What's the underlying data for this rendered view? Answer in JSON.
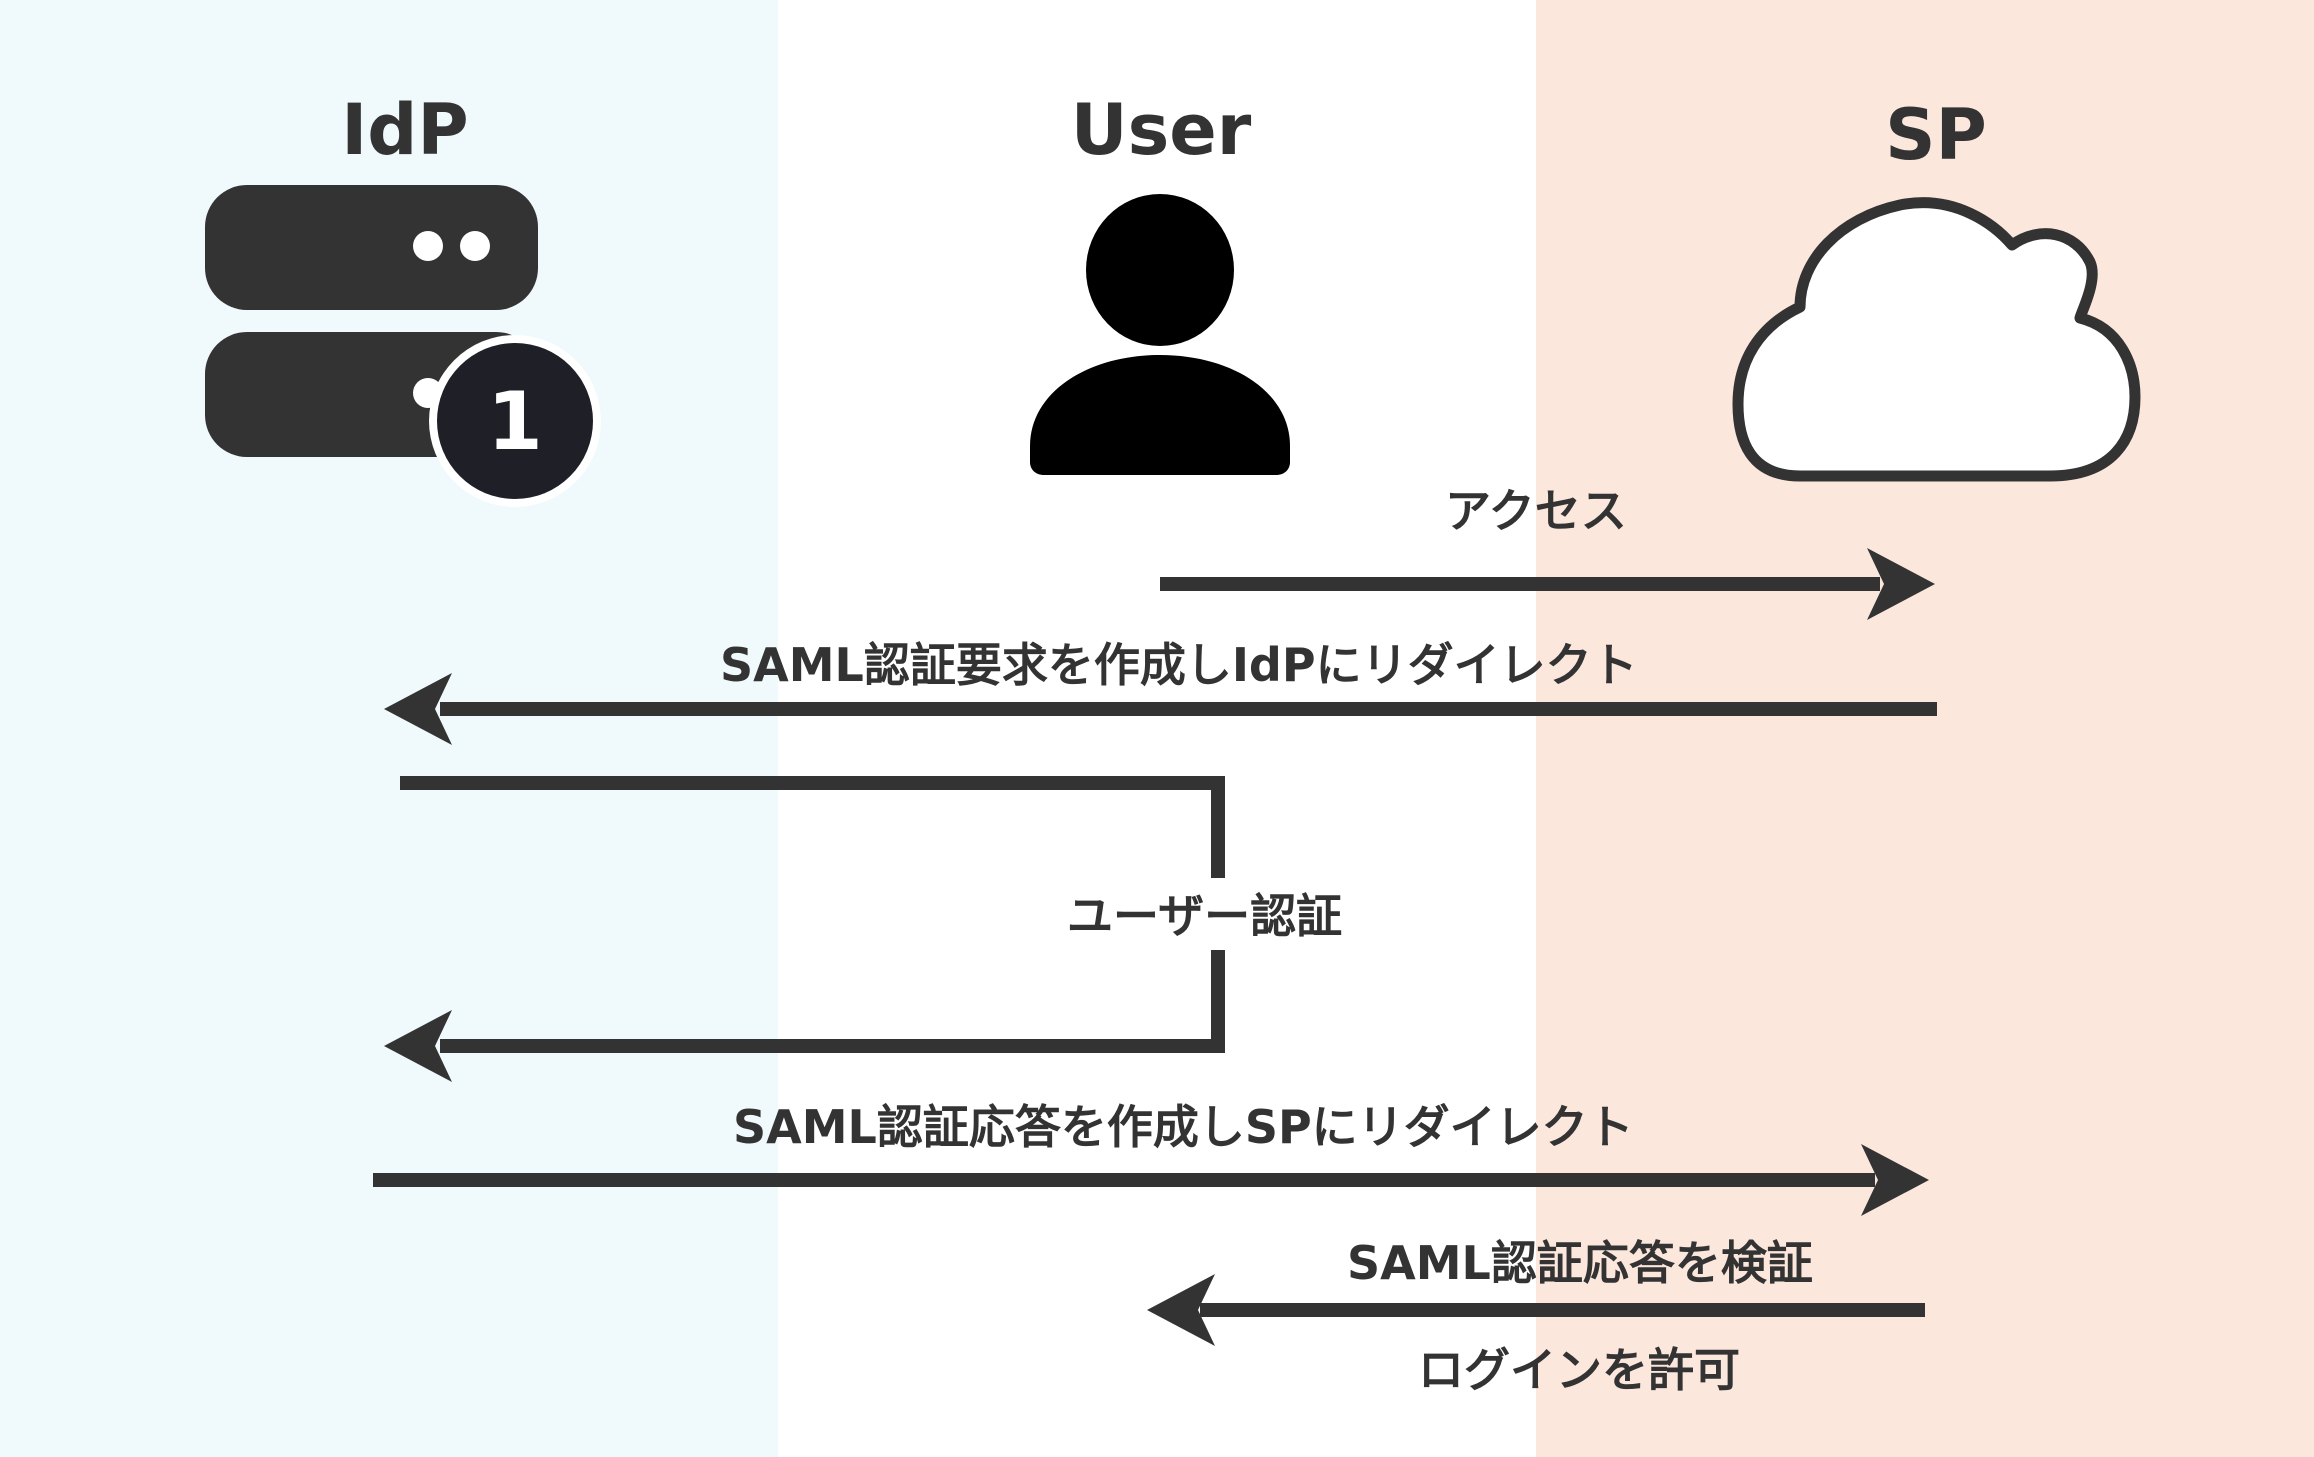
{
  "actors": {
    "idp": {
      "title": "IdP",
      "icon": "server-icon",
      "badge": "1"
    },
    "user": {
      "title": "User",
      "icon": "user-icon"
    },
    "sp": {
      "title": "SP",
      "icon": "cloud-icon"
    }
  },
  "messages": {
    "access": "アクセス",
    "saml_request": "SAML認証要求を作成しIdPにリダイレクト",
    "user_auth": "ユーザー認証",
    "saml_response": "SAML認証応答を作成しSPにリダイレクト",
    "verify_response": "SAML認証応答を検証",
    "allow_login": "ログインを許可"
  },
  "colors": {
    "idp_lane": "#f0f9fb",
    "user_lane": "#ffffff",
    "sp_lane": "#fce7dd",
    "arrow": "#333333"
  }
}
